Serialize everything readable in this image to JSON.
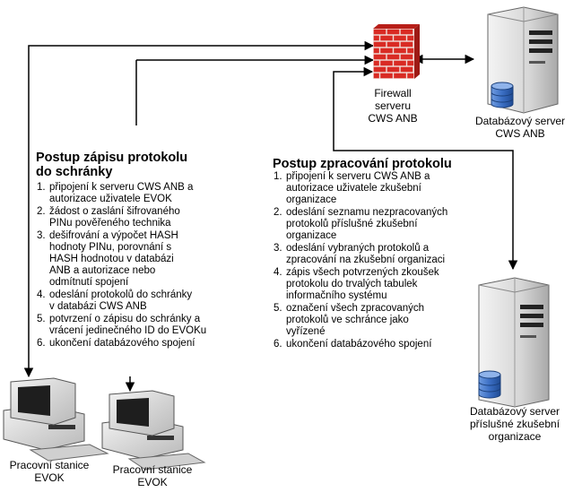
{
  "firewall": {
    "label_lines": [
      "Firewall",
      "serveru",
      "CWS ANB"
    ]
  },
  "db_server_anb": {
    "label_lines": [
      "Databázový server",
      "CWS ANB"
    ]
  },
  "db_server_org": {
    "label_lines": [
      "Databázový server",
      "příslušné zkušební",
      "organizace"
    ]
  },
  "workstation_left": {
    "label_lines": [
      "Pracovní stanice",
      "EVOK"
    ]
  },
  "workstation_right": {
    "label_lines": [
      "Pracovní stanice",
      "EVOK"
    ]
  },
  "write_procedure": {
    "title_lines": [
      "Postup zápisu protokolu",
      "do schránky"
    ],
    "steps": [
      {
        "num": "1.",
        "lines": [
          "připojení k serveru CWS ANB a",
          "autorizace uživatele EVOK"
        ]
      },
      {
        "num": "2.",
        "lines": [
          "žádost o zaslání šifrovaného",
          "PINu pověřeného technika"
        ]
      },
      {
        "num": "3.",
        "lines": [
          "dešifrování a výpočet HASH",
          "hodnoty PINu, porovnání s",
          "HASH hodnotou v databázi",
          "ANB a autorizace nebo",
          "odmítnutí spojení"
        ]
      },
      {
        "num": "4.",
        "lines": [
          "odeslání protokolů do schránky",
          "v databázi CWS ANB"
        ]
      },
      {
        "num": "5.",
        "lines": [
          "potvrzení o zápisu do schránky a",
          "vrácení jedinečného ID do EVOKu"
        ]
      },
      {
        "num": "6.",
        "lines": [
          "ukončení databázového spojení"
        ]
      }
    ]
  },
  "processing_procedure": {
    "title_lines": [
      "Postup zpracování protokolu"
    ],
    "steps": [
      {
        "num": "1.",
        "lines": [
          "připojení k serveru CWS ANB a",
          "autorizace uživatele zkušební",
          "organizace"
        ]
      },
      {
        "num": "2.",
        "lines": [
          "odeslání seznamu nezpracovaných",
          "protokolů příslušné zkušební",
          "organizace"
        ]
      },
      {
        "num": "3.",
        "lines": [
          "odeslání vybraných protokolů a",
          "zpracování na zkušební organizaci"
        ]
      },
      {
        "num": "4.",
        "lines": [
          "zápis všech potvrzených zkoušek",
          "protokolu do trvalých tabulek",
          "informačního systému"
        ]
      },
      {
        "num": "5.",
        "lines": [
          "označení všech zpracovaných",
          "protokolů ve schránce jako",
          "vyřízené"
        ]
      },
      {
        "num": "6.",
        "lines": [
          "ukončení databázového spojení"
        ]
      }
    ]
  },
  "colors": {
    "brick": "#d92b24",
    "mortar": "#f0e0dc",
    "db_blue": "#3b6fc4",
    "server_grey": "#dcdcdc"
  }
}
